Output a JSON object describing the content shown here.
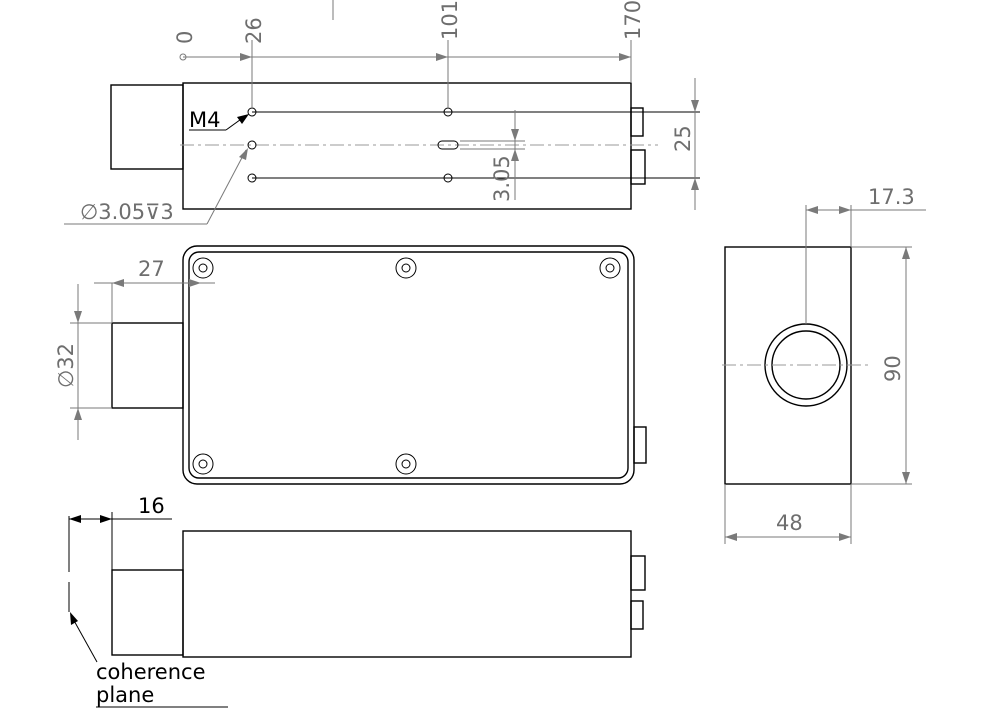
{
  "top_view": {
    "dim_0": "0",
    "dim_26": "26",
    "dim_101": "101",
    "dim_170": "170",
    "dim_25": "25",
    "dim_3_05": "3.05",
    "thread_label": "M4",
    "hole_label": "∅3.05⊽3"
  },
  "front_view": {
    "dim_27": "27",
    "dim_dia32": "∅32"
  },
  "side_view": {
    "dim_17_3": "17.3",
    "dim_90": "90",
    "dim_48": "48"
  },
  "bottom_view": {
    "dim_16": "16",
    "coherence_line1": "coherence",
    "coherence_line2": "plane"
  }
}
